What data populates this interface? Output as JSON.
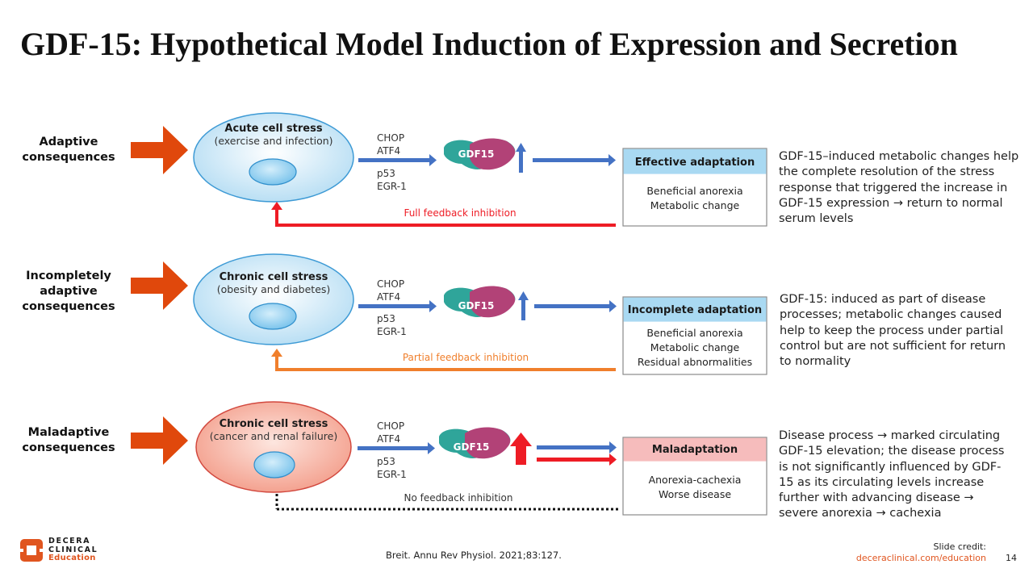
{
  "slide": {
    "title": "GDF-15: Hypothetical Model Induction of Expression and Secretion",
    "page_number": "14",
    "citation": "Breit. Annu Rev Physiol. 2021;83:127.",
    "credit_label": "Slide credit:",
    "credit_url": "deceraclinical.com/education"
  },
  "logo": {
    "line1": "DECERA",
    "line2": "CLINICAL",
    "line3": "Education",
    "color": "#e0551f"
  },
  "colors": {
    "orange_arrow": "#e0480c",
    "blue_arrow": "#4472c4",
    "red_feedback": "#ee1c25",
    "orange_feedback": "#f07f2c",
    "cell_blue_fill": "#c5e6f7",
    "cell_blue_stroke": "#3d9ad5",
    "cell_red_fill": "#f8b6a6",
    "cell_red_stroke": "#d2483e",
    "header_blue": "#a9d9f2",
    "header_pink": "#f6bcbc",
    "protein_teal": "#2fa59a",
    "protein_magenta": "#b24277"
  },
  "protein_label": "GDF15",
  "factors": [
    "CHOP",
    "ATF4",
    "p53",
    "EGR-1"
  ],
  "rows": [
    {
      "label": "Adaptive consequences",
      "cell_title": "Acute cell stress",
      "cell_subtitle": "(exercise and infection)",
      "cell_type": "normal",
      "feedback": "Full feedback inhibition",
      "feedback_style": "solid-red",
      "gdf15_increase": "small",
      "outcome_title": "Effective adaptation",
      "outcome_lines": [
        "Beneficial anorexia",
        "Metabolic change"
      ],
      "description": "GDF-15–induced metabolic changes help the complete resolution of the stress response that triggered the increase in GDF-15 expression → return to normal serum levels"
    },
    {
      "label": "Incompletely adaptive consequences",
      "cell_title": "Chronic cell stress",
      "cell_subtitle": "(obesity and diabetes)",
      "cell_type": "normal",
      "feedback": "Partial feedback inhibition",
      "feedback_style": "solid-orange",
      "gdf15_increase": "small",
      "outcome_title": "Incomplete adaptation",
      "outcome_lines": [
        "Beneficial anorexia",
        "Metabolic change",
        "Residual abnormalities"
      ],
      "description": "GDF-15: induced as part of disease processes; metabolic changes caused help to keep the process under partial control but are not sufficient for return to normality"
    },
    {
      "label": "Maladaptive consequences",
      "cell_title": "Chronic cell stress",
      "cell_subtitle": "(cancer and renal failure)",
      "cell_type": "diseased",
      "feedback": "No feedback inhibition",
      "feedback_style": "dotted-black",
      "gdf15_increase": "large",
      "outcome_title": "Maladaptation",
      "outcome_lines": [
        "Anorexia-cachexia",
        "Worse disease"
      ],
      "description": "Disease process → marked circulating GDF-15 elevation; the disease process is not significantly influenced by GDF-15 as its circulating levels increase further with advancing disease → severe anorexia → cachexia"
    }
  ]
}
